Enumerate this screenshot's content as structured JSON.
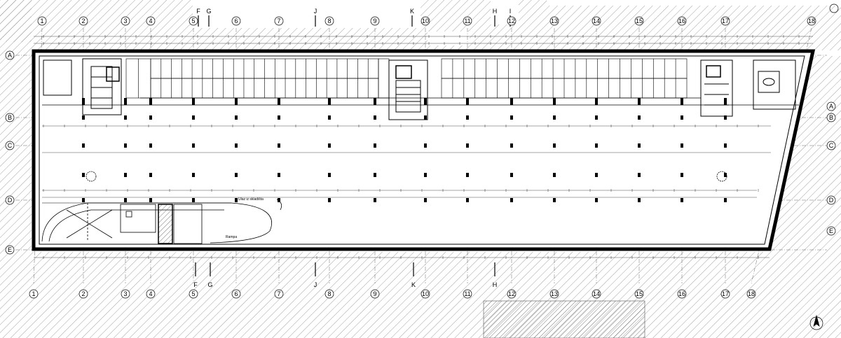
{
  "plan": {
    "column_axes_top": [
      "1",
      "2",
      "3",
      "4",
      "5",
      "6",
      "7",
      "8",
      "9",
      "10",
      "11",
      "12",
      "13",
      "14",
      "15",
      "16",
      "17",
      "18"
    ],
    "column_axes_bottom": [
      "1",
      "2",
      "3",
      "4",
      "5",
      "6",
      "7",
      "8",
      "9",
      "10",
      "11",
      "12",
      "13",
      "14",
      "15",
      "16",
      "17",
      "18"
    ],
    "row_axes_left": [
      "A",
      "B",
      "C",
      "D",
      "E"
    ],
    "row_axes_right": [
      "A",
      "B",
      "C",
      "D",
      "E"
    ],
    "section_markers_top": [
      "F",
      "G",
      "J",
      "K",
      "H",
      "I"
    ],
    "section_markers_bottom": [
      "F",
      "G",
      "J",
      "K",
      "H"
    ],
    "annotations": {
      "ramp_note": "Ulaz iz skladišta",
      "ramp_note_2": "Rampa"
    },
    "colors": {
      "line": "#000000",
      "hatch": "#8a8a8a",
      "wall_fill": "#1a1a1a",
      "background": "#ffffff"
    }
  }
}
